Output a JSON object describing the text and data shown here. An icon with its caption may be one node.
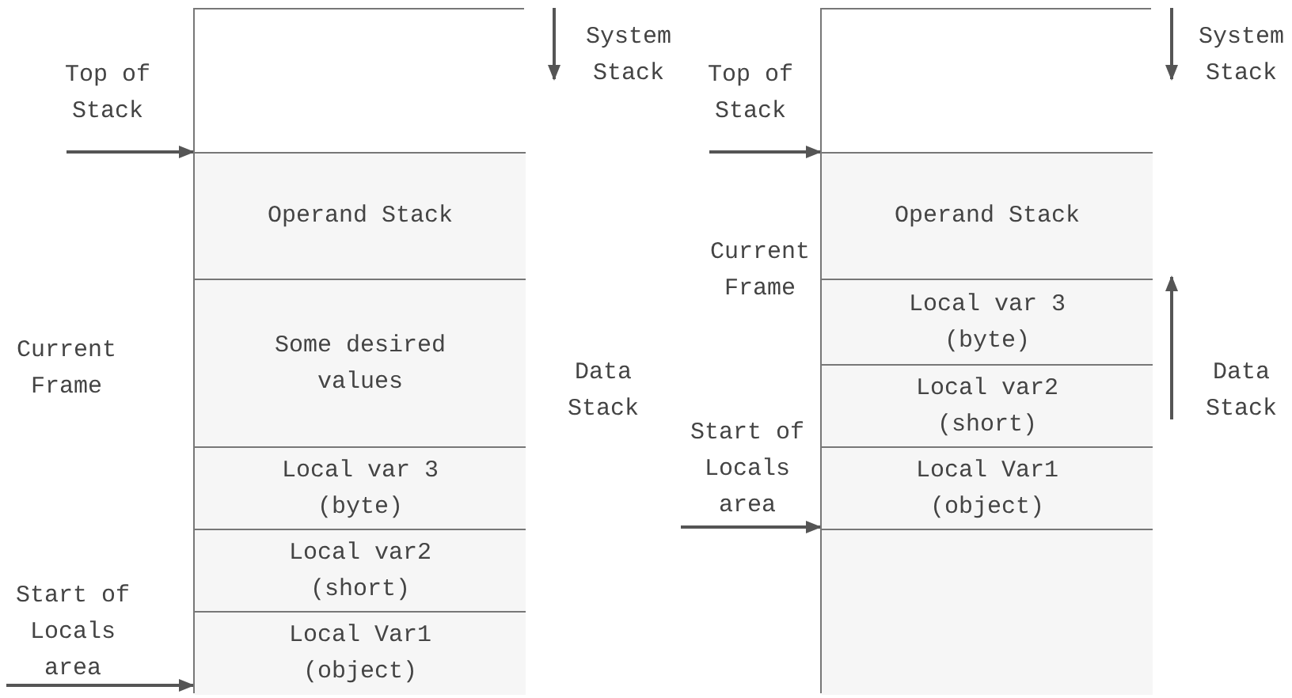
{
  "diagram": {
    "nodes": [
      {
        "text": [],
        "shape": "box"
      },
      {
        "text": [],
        "shape": "box",
        "in": 0
      },
      {
        "text": [
          "Operand Stack"
        ],
        "in": 0
      },
      {
        "text": [
          "Some desired values"
        ],
        "in": 0
      },
      {
        "text": [
          "Local var 3 (byte)"
        ],
        "in": 0
      },
      {
        "text": [
          "Local var2 (short)"
        ],
        "in": 0
      },
      {
        "text": [
          "Local Var1 (object)"
        ],
        "in": 0
      },
      {
        "text": [
          "Top of Stack"
        ]
      },
      {
        "text": [
          "Start of Locals area"
        ]
      },
      {
        "text": [],
        "shape": "box"
      },
      {
        "text": [],
        "shape": "box",
        "in": 9
      },
      {
        "text": [
          "Operand Stack"
        ],
        "in": 9
      },
      {
        "text": [
          "Local var 3 (byte)"
        ],
        "in": 9
      },
      {
        "text": [
          "Local var2 (short)"
        ],
        "in": 9
      },
      {
        "text": [
          "Local Var1 (object)"
        ],
        "in": 9
      },
      {
        "text": [],
        "shape": "box",
        "in": 9
      },
      {
        "text": [
          "Top of Stack"
        ]
      },
      {
        "text": [
          "Start of Locals area"
        ]
      }
    ],
    "edges": [
      {
        "from": 7,
        "to": 2,
        "arrow": "to"
      },
      {
        "from": 8,
        "to": 6,
        "arrow": "to"
      },
      {
        "from": 16,
        "to": 11,
        "arrow": "to"
      },
      {
        "from": 17,
        "to": 14,
        "arrow": "to"
      }
    ],
    "labels": [
      "System Stack",
      "Current Frame",
      "Data Stack",
      "System Stack",
      "Current Frame",
      "Data Stack"
    ]
  }
}
